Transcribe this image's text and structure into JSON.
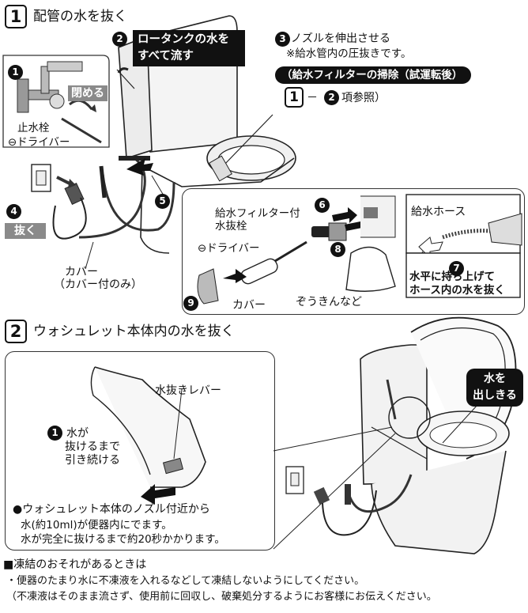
{
  "section1": {
    "number": "1",
    "title": "配管の水を抜く",
    "step1_num": "1",
    "close_label": "閉める",
    "stop_valve": "止水栓",
    "screwdriver": "⊖ドライバー",
    "step2_num": "2",
    "tank_drain": [
      "ロータンクの水を",
      "すべて流す"
    ],
    "step3_num": "3",
    "nozzle": "ノズルを伸出させる",
    "nozzle_note": "※給水管内の圧抜きです。",
    "filter_clean": "（給水フィルターの掃除（試運転後）",
    "ref_box": "1",
    "ref_dash": "－",
    "ref_circ": "2",
    "ref_text": "項参照）",
    "step4_num": "4",
    "unplug": "抜く",
    "step5_num": "5",
    "cover": "カバー",
    "cover_note": "（カバー付のみ）"
  },
  "detail_panel": {
    "filter_valve": [
      "給水フィルター付",
      "水抜栓"
    ],
    "screwdriver": "⊖ドライバー",
    "step6_num": "6",
    "step8_num": "8",
    "step9_num": "9",
    "cover": "カバー",
    "rag": "ぞうきんなど",
    "hose": "給水ホース",
    "step7_num": "7",
    "lift_text": [
      "水平に持ち上げて",
      "ホース内の水を抜く"
    ]
  },
  "section2": {
    "number": "2",
    "title": "ウォシュレット本体内の水を抜く",
    "lever": "水抜きレバー",
    "step1_num": "1",
    "pull": [
      "水が",
      "抜けるまで",
      "引き続ける"
    ],
    "note1": "●ウォシュレット本体のノズル付近から",
    "note2": "水(約10ml)が便器内にでます。",
    "note3": "水が完全に抜けるまで約20秒かかります。",
    "drain_all": [
      "水を",
      "出しきる"
    ]
  },
  "footer": {
    "heading": "■凍結のおそれがあるときは",
    "line1": "・便器のたまり水に不凍液を入れるなどして凍結しないようにしてください。",
    "line2": "（不凍液はそのまま流さず、使用前に回収し、破棄処分するようにお客様にお伝えください。"
  }
}
